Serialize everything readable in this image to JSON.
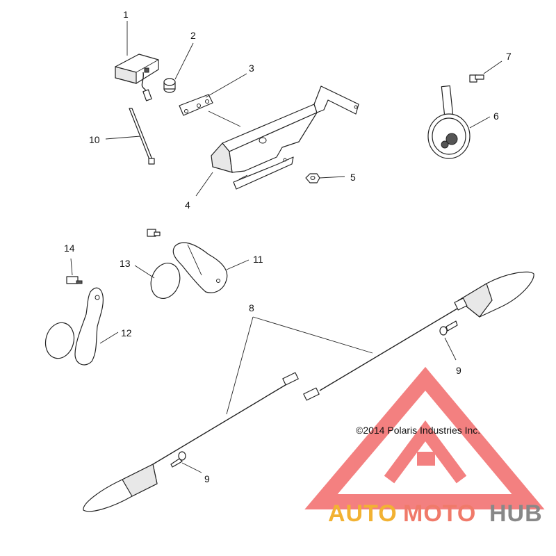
{
  "diagram": {
    "callouts": {
      "c1": "1",
      "c2": "2",
      "c3": "3",
      "c4": "4",
      "c5": "5",
      "c6": "6",
      "c7": "7",
      "c8": "8",
      "c9a": "9",
      "c9b": "9",
      "c10": "10",
      "c11": "11",
      "c12": "12",
      "c13": "13",
      "c14": "14"
    },
    "copyright": "©2014 Polaris Industries Inc."
  },
  "watermark": {
    "part1": "AUTO",
    "part2": "MOTO",
    "part3": "HUB",
    "colors": {
      "auto": "#f2b233",
      "moto": "#f07a6a",
      "hub": "#888888",
      "logo": "#f26a6a"
    }
  }
}
